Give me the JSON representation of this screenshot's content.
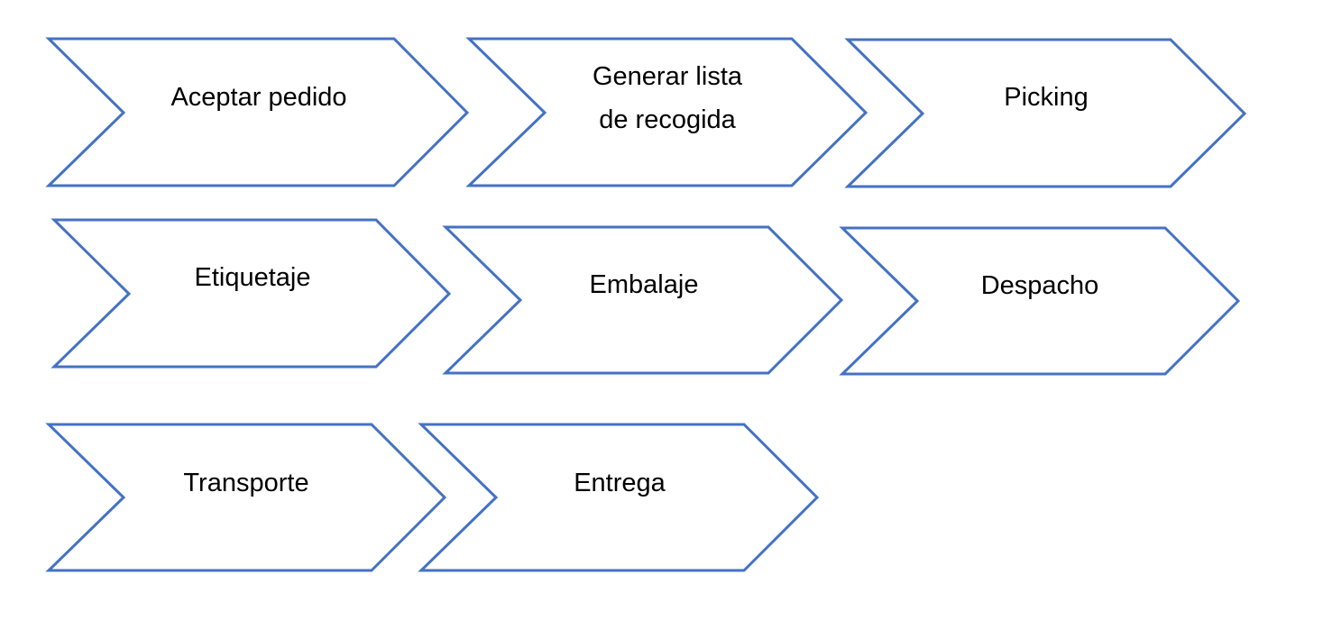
{
  "diagram": {
    "stroke_color": "#4472C4",
    "fill_color": "#FFFFFF",
    "text_color": "#000000",
    "steps": [
      {
        "label": "Aceptar pedido"
      },
      {
        "label_line1": "Generar lista",
        "label_line2": "de recogida"
      },
      {
        "label": "Picking"
      },
      {
        "label": "Etiquetaje"
      },
      {
        "label": "Embalaje"
      },
      {
        "label": "Despacho"
      },
      {
        "label": "Transporte"
      },
      {
        "label": "Entrega"
      }
    ]
  }
}
